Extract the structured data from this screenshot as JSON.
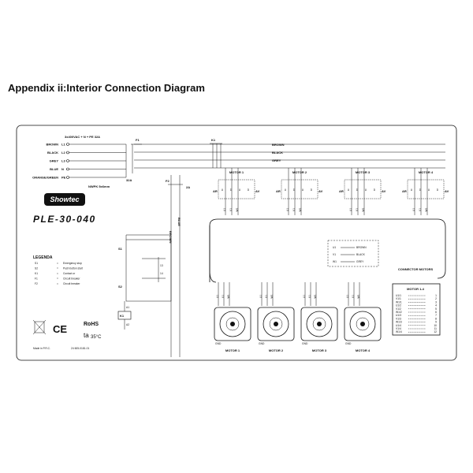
{
  "heading": "Appendix ii:Interior Connection Diagram",
  "supply_label": "3x400VAC + N + PE 32A",
  "inputs": [
    {
      "wire": "BROWN",
      "term": "L1"
    },
    {
      "wire": "BLACK",
      "term": "L2"
    },
    {
      "wire": "GREY",
      "term": "L3"
    },
    {
      "wire": "BLUE",
      "term": "N"
    },
    {
      "wire": "ORANGE/GREEN",
      "term": "PE"
    }
  ],
  "cable_label": "NWPK 5x6mm",
  "f1_label": "F1",
  "f1_rating": "32A",
  "f2_label": "F2",
  "f2_rating": "2A",
  "k1_label": "K1",
  "bus_labels": [
    "BROWN",
    "BLACK",
    "GREY"
  ],
  "riser_labels": [
    "BROWN",
    "BLUE"
  ],
  "brand": "Showtec",
  "model": "PLE-30-040",
  "motors_top": [
    {
      "name": "MOTOR 1",
      "left": "AR",
      "right": "AV",
      "switches": [
        "U",
        "D",
        "U",
        "D"
      ],
      "terms": [
        "U1",
        "V1",
        "W1"
      ]
    },
    {
      "name": "MOTOR 2",
      "left": "AR",
      "right": "AV",
      "switches": [
        "U",
        "D",
        "U",
        "D"
      ],
      "terms": [
        "U1",
        "V1",
        "W1"
      ]
    },
    {
      "name": "MOTOR 3",
      "left": "AR",
      "right": "AV",
      "switches": [
        "U",
        "D",
        "U",
        "D"
      ],
      "terms": [
        "U1",
        "V1",
        "W1"
      ]
    },
    {
      "name": "MOTOR 4",
      "left": "AR",
      "right": "AV",
      "switches": [
        "U",
        "D",
        "U",
        "D"
      ],
      "terms": [
        "U1",
        "V1",
        "W1"
      ]
    }
  ],
  "wire_key": [
    {
      "term": "U1",
      "color": "BROWN"
    },
    {
      "term": "V1",
      "color": "BLACK"
    },
    {
      "term": "W1",
      "color": "GREY"
    }
  ],
  "legend": {
    "title": "LEGENDA",
    "items": [
      {
        "sym": "S1",
        "eq": "=",
        "desc": "Emergency stop"
      },
      {
        "sym": "S2",
        "eq": "=",
        "desc": "Push button start"
      },
      {
        "sym": "K1",
        "eq": "=",
        "desc": "Contact or"
      },
      {
        "sym": "F1",
        "eq": "=",
        "desc": "Circuit breaker"
      },
      {
        "sym": "F2",
        "eq": "=",
        "desc": "Circuit breaker"
      }
    ]
  },
  "control": {
    "s1": "S1",
    "s2": "S2",
    "k1": "K1",
    "a1": "A1",
    "a2": "A2",
    "c1": "13",
    "c2": "14"
  },
  "connectors": [
    {
      "name": "MOTOR 1",
      "terms": [
        "U1",
        "V1",
        "W1"
      ],
      "ground": "GND"
    },
    {
      "name": "MOTOR 2",
      "terms": [
        "U1",
        "V1",
        "W1"
      ],
      "ground": "GND"
    },
    {
      "name": "MOTOR 3",
      "terms": [
        "U1",
        "V1",
        "W1"
      ],
      "ground": "GND"
    },
    {
      "name": "MOTOR 4",
      "terms": [
        "U1",
        "V1",
        "W1"
      ],
      "ground": "GND"
    }
  ],
  "connector_motors": {
    "title": "CONNECTOR MOTORS",
    "subtitle": "MOTOR 1-4",
    "rows": [
      [
        "U1/1",
        "1"
      ],
      [
        "V1/1",
        "2"
      ],
      [
        "W1/1",
        "3"
      ],
      [
        "U1/2",
        "4"
      ],
      [
        "V1/2",
        "5"
      ],
      [
        "W1/2",
        "6"
      ],
      [
        "U1/3",
        "7"
      ],
      [
        "V1/3",
        "8"
      ],
      [
        "W1/3",
        "9"
      ],
      [
        "U1/4",
        "10"
      ],
      [
        "V1/4",
        "11"
      ],
      [
        "W1/4",
        "12"
      ]
    ]
  },
  "marks": {
    "ce": "CE",
    "rohs": "RoHS",
    "temp": "ta",
    "temp_value": "35°C",
    "made_in": "Made in P.R.C.",
    "part_no": "24 605-0181-01"
  }
}
